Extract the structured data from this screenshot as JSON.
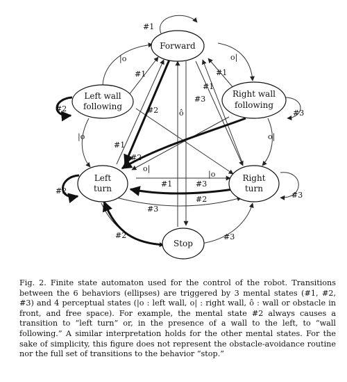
{
  "diagram": {
    "nodes": {
      "forward": [
        "Forward"
      ],
      "left_wall": [
        "Left wall",
        "following"
      ],
      "right_wall": [
        "Right wall",
        "following"
      ],
      "left_turn": [
        "Left",
        "turn"
      ],
      "right_turn": [
        "Right",
        "turn"
      ],
      "stop": [
        "Stop"
      ]
    },
    "edge_labels": {
      "m1": "#1",
      "m2": "#2",
      "m3": "#3",
      "p_left_wall": "|o",
      "p_right_wall": "o|",
      "p_front": "ô"
    }
  },
  "caption": {
    "text": "Fig. 2.  Finite state automaton used for the control of the robot. Transitions between the 6 behaviors (ellipses) are triggered by 3 mental states (#1, #2, #3) and 4 perceptual states (|o : left wall, o| : right wall, ô : wall or obstacle in front, and free space). For example, the mental state #2 always causes a transition to “left turn” or, in the presence of a wall to the left, to “wall following.” A similar interpretation holds for the other mental states. For the sake of simplicity, this figure does not represent the obstacle-avoidance routine nor the full set of transitions to the behavior “stop.”"
  }
}
